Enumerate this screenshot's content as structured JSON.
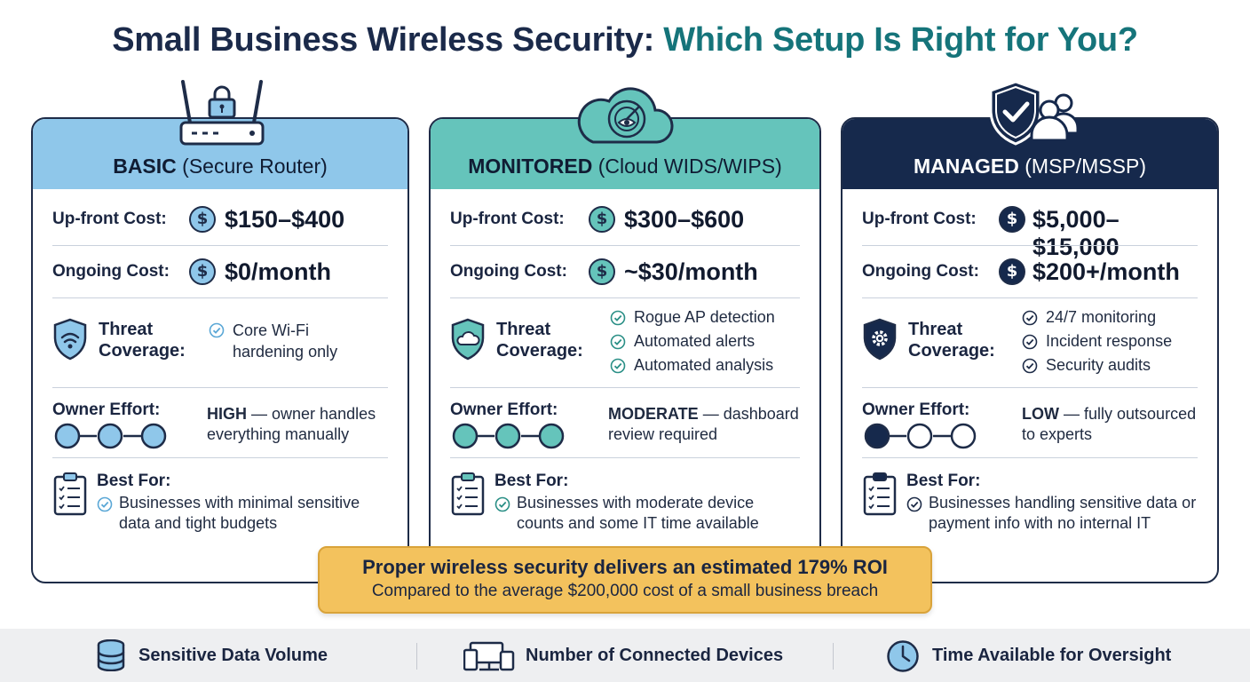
{
  "title": {
    "part1": "Small Business Wireless Security:",
    "part2": "Which Setup Is Right for You?"
  },
  "colors": {
    "basic": "#8fc7ea",
    "monitored": "#65c4bb",
    "managed": "#16294c",
    "accent_teal": "#15747a",
    "roi_bg": "#f3c25d"
  },
  "labels": {
    "upfront": "Up-front Cost:",
    "ongoing": "Ongoing Cost:",
    "threat_1": "Threat",
    "threat_2": "Coverage:",
    "effort": "Owner Effort:",
    "best": "Best For:"
  },
  "tiers": [
    {
      "icon": "router-lock-icon",
      "name": "BASIC",
      "sub": "(Secure Router)",
      "upfront": "$150–$400",
      "ongoing": "$0/month",
      "threat_icon": "wifi-shield-icon",
      "threats": [
        "Core Wi-Fi hardening only"
      ],
      "effort_level": "HIGH",
      "effort_text": "— owner handles everything manually",
      "effort_dots_filled": 3,
      "best_for": "Businesses with minimal sensitive data and tight budgets"
    },
    {
      "icon": "cloud-radar-icon",
      "name": "MONITORED",
      "sub": "(Cloud WIDS/WIPS)",
      "upfront": "$300–$600",
      "ongoing": "~$30/month",
      "threat_icon": "cloud-shield-icon",
      "threats": [
        "Rogue AP detection",
        "Automated alerts",
        "Automated analysis"
      ],
      "effort_level": "MODERATE",
      "effort_text": "— dashboard review required",
      "effort_dots_filled": 3,
      "best_for": "Businesses with moderate device counts and some IT time available"
    },
    {
      "icon": "shield-people-icon",
      "name": "MANAGED",
      "sub": "(MSP/MSSP)",
      "upfront": "$5,000–$15,000",
      "ongoing": "$200+/month",
      "threat_icon": "gear-shield-icon",
      "threats": [
        "24/7 monitoring",
        "Incident response",
        "Security audits"
      ],
      "effort_level": "LOW",
      "effort_text": "— fully outsourced to experts",
      "effort_dots_filled": 1,
      "best_for": "Businesses handling sensitive data or payment info with no internal IT"
    }
  ],
  "roi": {
    "headline": "Proper wireless security delivers an estimated 179% ROI",
    "subline": "Compared to the average $200,000 cost of a small business breach"
  },
  "footer": [
    {
      "icon": "database-icon",
      "label": "Sensitive Data Volume"
    },
    {
      "icon": "devices-icon",
      "label": "Number of Connected Devices"
    },
    {
      "icon": "clock-icon",
      "label": "Time Available for Oversight"
    }
  ]
}
